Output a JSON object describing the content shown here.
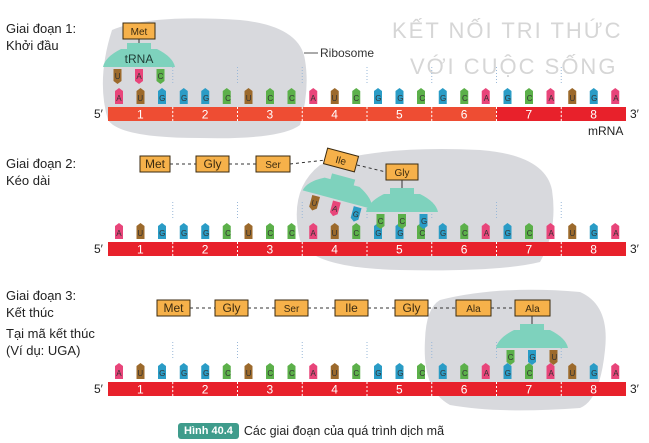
{
  "watermark": [
    "KẾT NỐI TRI THỨC",
    "VỚI CUỘC SỐNG"
  ],
  "labels": {
    "five_prime": "5′",
    "three_prime": "3′",
    "mrna": "mRNA",
    "ribosome": "Ribosome",
    "trna": "tRNA"
  },
  "stages": [
    {
      "title": "Giai đoạn 1:",
      "subtitle": "Khởi đầu"
    },
    {
      "title": "Giai đoạn 2:",
      "subtitle": "Kéo dài"
    },
    {
      "title": "Giai đoạn 3:",
      "subtitle": "Kết thúc",
      "note1": "Tại mã kết thúc",
      "note2": "(Ví dụ: UGA)"
    }
  ],
  "codon_numbers": [
    "1",
    "2",
    "3",
    "4",
    "5",
    "6",
    "7",
    "8"
  ],
  "codons": [
    "AUG",
    "GGC",
    "UCC",
    "AUC",
    "GGC",
    "GCA",
    "GCA",
    "UGA"
  ],
  "stage1_peptide": [
    "Met"
  ],
  "stage1_anticodon": "UAC",
  "stage2_peptide": [
    "Met",
    "Gly",
    "Ser",
    "Ile",
    "Gly"
  ],
  "stage2_anticodons": [
    "UAG",
    "CCG"
  ],
  "stage3_peptide": [
    "Met",
    "Gly",
    "Ser",
    "Ile",
    "Gly",
    "Ala",
    "Ala"
  ],
  "stage3_anticodon": "CGU",
  "caption": {
    "badge": "Hình 40.4",
    "text": "Các giai đoạn của quá trình dịch mã"
  },
  "colors": {
    "A": "#e8457a",
    "U": "#9c6a2c",
    "G": "#2a9cc6",
    "C": "#5cb04a",
    "bar": "#e8212b",
    "bar_stage1": "#ee4d33",
    "box": "#f6b14a",
    "trna": "#7ed2bd",
    "ribosome": "#d4d5d9"
  }
}
